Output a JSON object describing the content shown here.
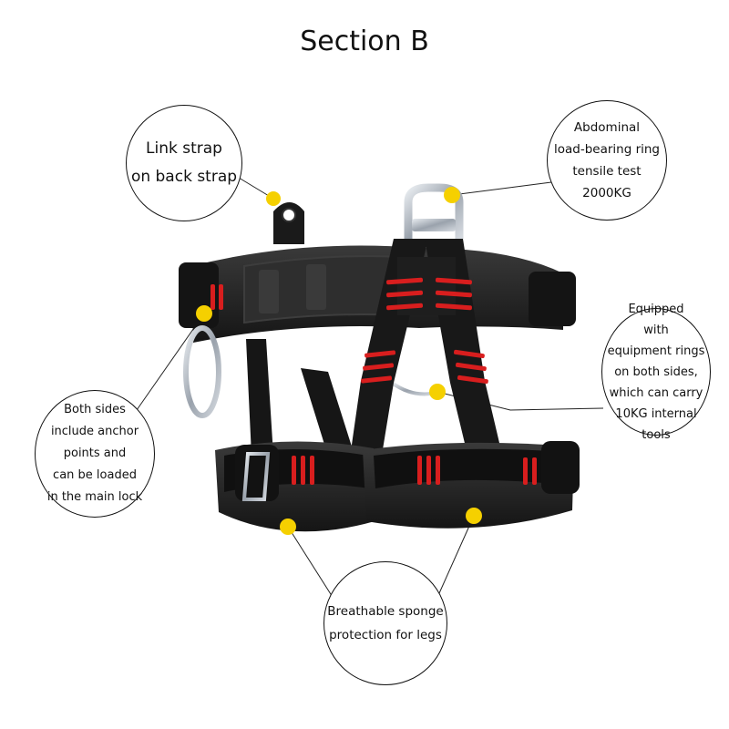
{
  "title": "Section B",
  "callouts": {
    "link_strap": "Link strap\non back strap",
    "abdominal_ring": "Abdominal\nload-bearing ring\ntensile test\n2000KG",
    "equipment_rings": "Equipped\nwith\nequipment rings\non both sides,\nwhich can carry\n10KG internal tools",
    "anchor_points": "Both sides\ninclude anchor\npoints and\ncan be loaded\nin the main lock",
    "sponge": "Breathable sponge\nprotection for legs"
  },
  "colors": {
    "webbing": "#141414",
    "padding": "#2a2a2a",
    "stripe": "#d81e1e",
    "marker": "#f5d000",
    "metal": "#b8bec6"
  }
}
